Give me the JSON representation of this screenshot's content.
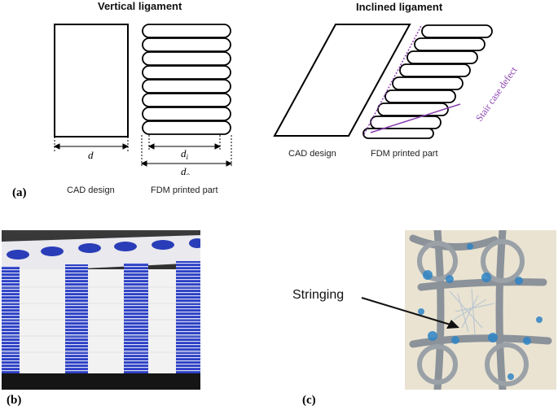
{
  "panel_a": {
    "label": "(a)",
    "vertical": {
      "title": "Vertical ligament",
      "cad_caption": "CAD design",
      "fdm_caption": "FDM printed part",
      "dim_d": "d",
      "dim_di_base": "d",
      "dim_di_sub": "i",
      "dim_do_base": "d",
      "dim_do_sub": "o"
    },
    "inclined": {
      "title": "Inclined ligament",
      "cad_caption": "CAD design",
      "fdm_caption": "FDM printed part",
      "defect_label": "Stair case defect",
      "defect_color": "#8a3fb0"
    }
  },
  "panel_b": {
    "label": "(b)"
  },
  "panel_c": {
    "label": "(c)",
    "annotation": "Stringing"
  }
}
